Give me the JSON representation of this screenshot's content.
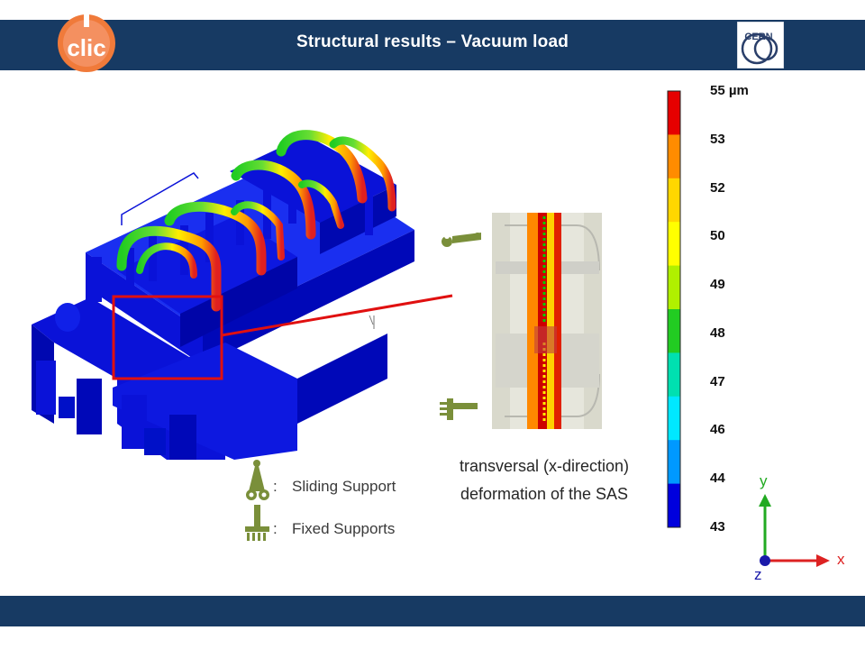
{
  "slide": {
    "title": "Structural results – Vacuum load"
  },
  "logos": {
    "clic": {
      "icon": "clic-logo",
      "text": "clic"
    },
    "cern": {
      "icon": "cern-logo",
      "text": "CERN"
    }
  },
  "caption": {
    "line1": "transversal (x-direction)",
    "line2": "deformation of the SAS"
  },
  "legend": {
    "sliding": {
      "icon": "sliding-support-icon",
      "colon": ":",
      "label": "Sliding Support"
    },
    "fixed": {
      "icon": "fixed-support-icon",
      "colon": ":",
      "label": "Fixed Supports"
    }
  },
  "color_scale": {
    "labels": [
      "55 µm",
      "53",
      "52",
      "50",
      "49",
      "48",
      "47",
      "46",
      "44",
      "43"
    ],
    "colors": [
      "#e60000",
      "#ff8c00",
      "#ffd700",
      "#ffff00",
      "#b0f000",
      "#22cc22",
      "#00e0b0",
      "#00e8ff",
      "#0099ff",
      "#0000dd"
    ]
  },
  "axes": {
    "x": {
      "label": "x",
      "color": "#dd2222"
    },
    "y": {
      "label": "y",
      "color": "#22aa22"
    },
    "z": {
      "label": "z",
      "color": "#1a1aaa"
    }
  },
  "colors": {
    "header_bg": "#173a63",
    "model_blue": "#0a12d8",
    "support_green": "#7a8f3a",
    "highlight_red": "#e01010"
  }
}
